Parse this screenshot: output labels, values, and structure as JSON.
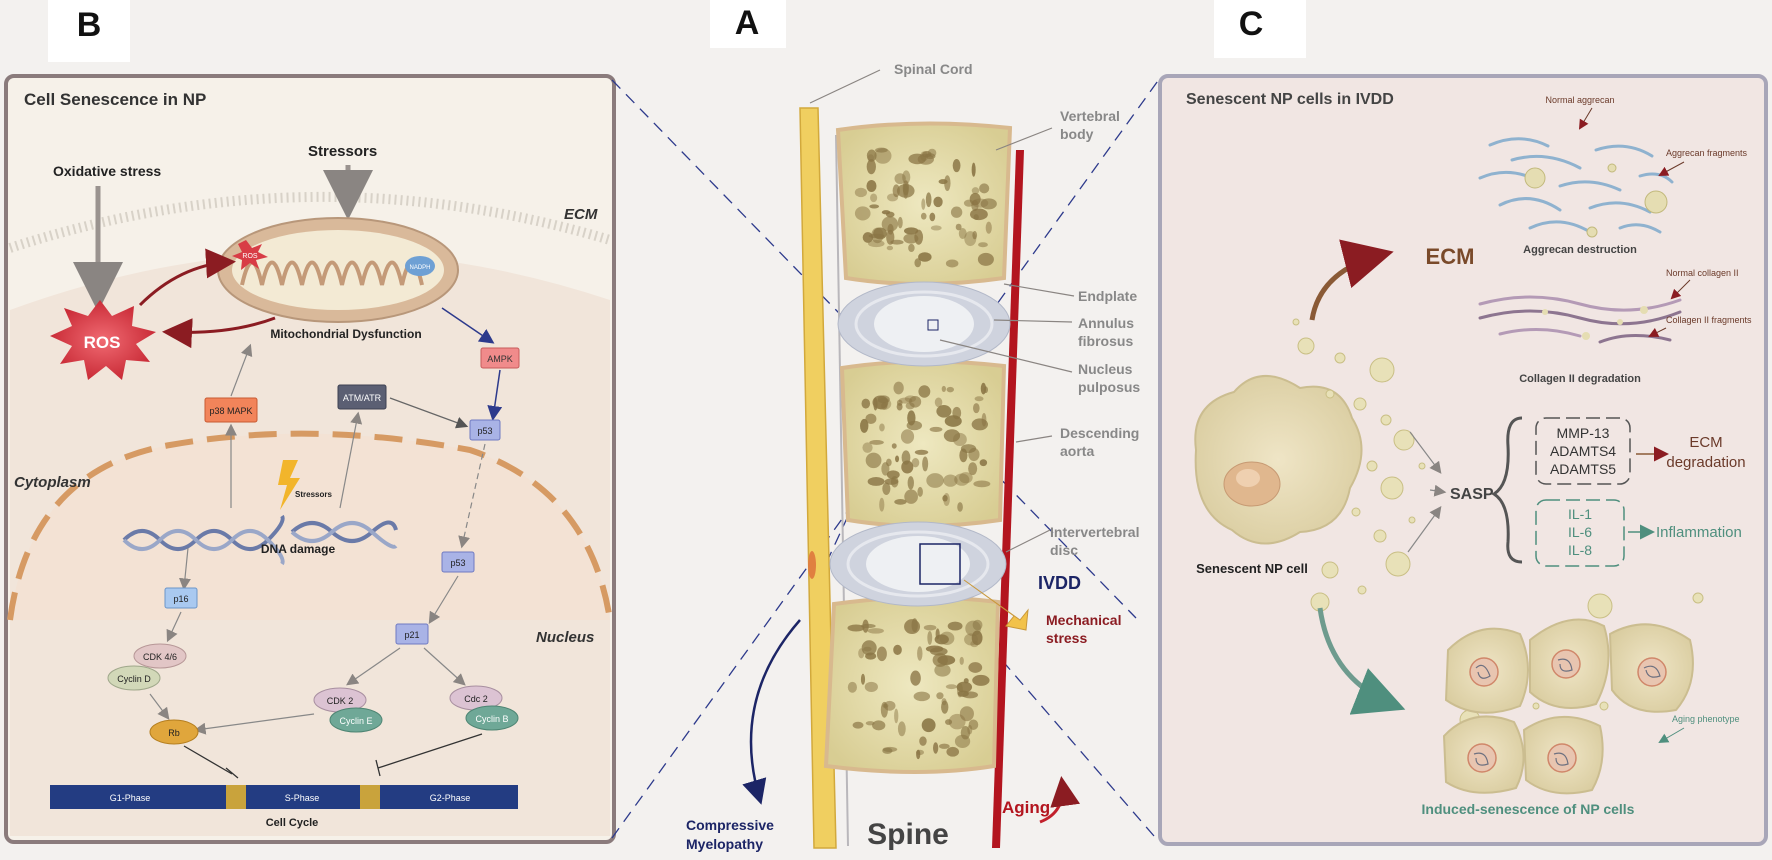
{
  "panels": {
    "a": {
      "letter": "A",
      "title": "Spine"
    },
    "b": {
      "letter": "B",
      "title": "Cell Senescence in NP"
    },
    "c": {
      "letter": "C",
      "title": "Senescent NP cells  in IVDD"
    }
  },
  "spine": {
    "spinal_cord": "Spinal Cord",
    "vertebral_body": [
      "Vertebral",
      "body"
    ],
    "endplate": "Endplate",
    "annulus": [
      "Annulus",
      "fibrosus"
    ],
    "nucleus": [
      "Nucleus",
      "pulposus"
    ],
    "aorta": [
      "Descending",
      "aorta"
    ],
    "disc": [
      "Intervertebral",
      "disc"
    ],
    "ivdd": "IVDD",
    "mechanical": [
      "Mechanical",
      "stress"
    ],
    "myelopathy": [
      "Compressive",
      "Myelopathy"
    ],
    "aging": "Aging"
  },
  "senescence": {
    "oxidative": "Oxidative stress",
    "stressors": "Stressors",
    "ecm": "ECM",
    "ros_small": "ROS",
    "nadph": "NADPH",
    "ros": "ROS",
    "mito": "Mitochondrial Dysfunction",
    "ampk": "AMPK",
    "p38": "p38 MAPK",
    "atm": "ATM/ATR",
    "p53": "p53",
    "cytoplasm": "Cytoplasm",
    "stressors_small": "Stressors",
    "dna": "DNA damage",
    "p16": "p16",
    "p21": "p21",
    "nucleus": "Nucleus",
    "cdk46": "CDK 4/6",
    "cyclin_d": "Cyclin D",
    "cdk2": "CDK 2",
    "cyclin_e": "Cyclin E",
    "cdc2": "Cdc 2",
    "cyclin_b": "Cyclin B",
    "rb": "Rb",
    "g1": "G1-Phase",
    "s": "S-Phase",
    "g2": "G2-Phase",
    "cycle": "Cell Cycle"
  },
  "ivdd": {
    "normal_aggrecan": "Normal aggrecan",
    "aggrecan_fragments": "Aggrecan fragments",
    "aggrecan_destruction": "Aggrecan destruction",
    "ecm": "ECM",
    "normal_collagen": "Normal collagen II",
    "collagen_fragments": "Collagen II fragments",
    "collagen_degradation": "Collagen II degradation",
    "mmps": [
      "MMP-13",
      "ADAMTS4",
      "ADAMTS5"
    ],
    "ecm_degradation": [
      "ECM",
      "degradation"
    ],
    "sasp": "SASP",
    "ils": [
      "IL-1",
      "IL-6",
      "IL-8"
    ],
    "inflammation": "Inflammation",
    "senescent_cell": "Senescent NP cell",
    "aging_phenotype": "Aging phenotype",
    "induced": "Induced-senescence of NP cells"
  }
}
